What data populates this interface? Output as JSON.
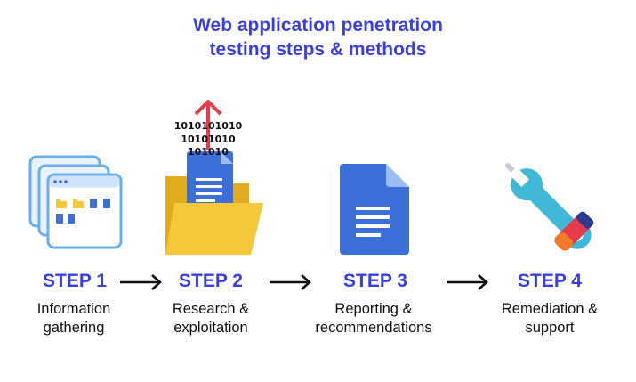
{
  "title": {
    "line1": "Web application penetration",
    "line2": "testing steps & methods"
  },
  "steps": [
    {
      "label": "STEP 1",
      "desc_line1": "Information",
      "desc_line2": "gathering",
      "icon": "browser-windows-icon"
    },
    {
      "label": "STEP 2",
      "desc_line1": "Research &",
      "desc_line2": "exploitation",
      "icon": "folder-binary-icon"
    },
    {
      "label": "STEP 3",
      "desc_line1": "Reporting &",
      "desc_line2": "recommendations",
      "icon": "document-icon"
    },
    {
      "label": "STEP 4",
      "desc_line1": "Remediation &",
      "desc_line2": "support",
      "icon": "tools-icon"
    }
  ],
  "binary": [
    "1010101010",
    "10101010",
    "101010"
  ],
  "colors": {
    "accent": "#3b3fe0",
    "text": "#111111",
    "doc_blue": "#3d6fd9",
    "folder_yellow": "#f4c838",
    "arrow_red": "#e83a4a",
    "wrench_blue": "#42b8d8"
  }
}
